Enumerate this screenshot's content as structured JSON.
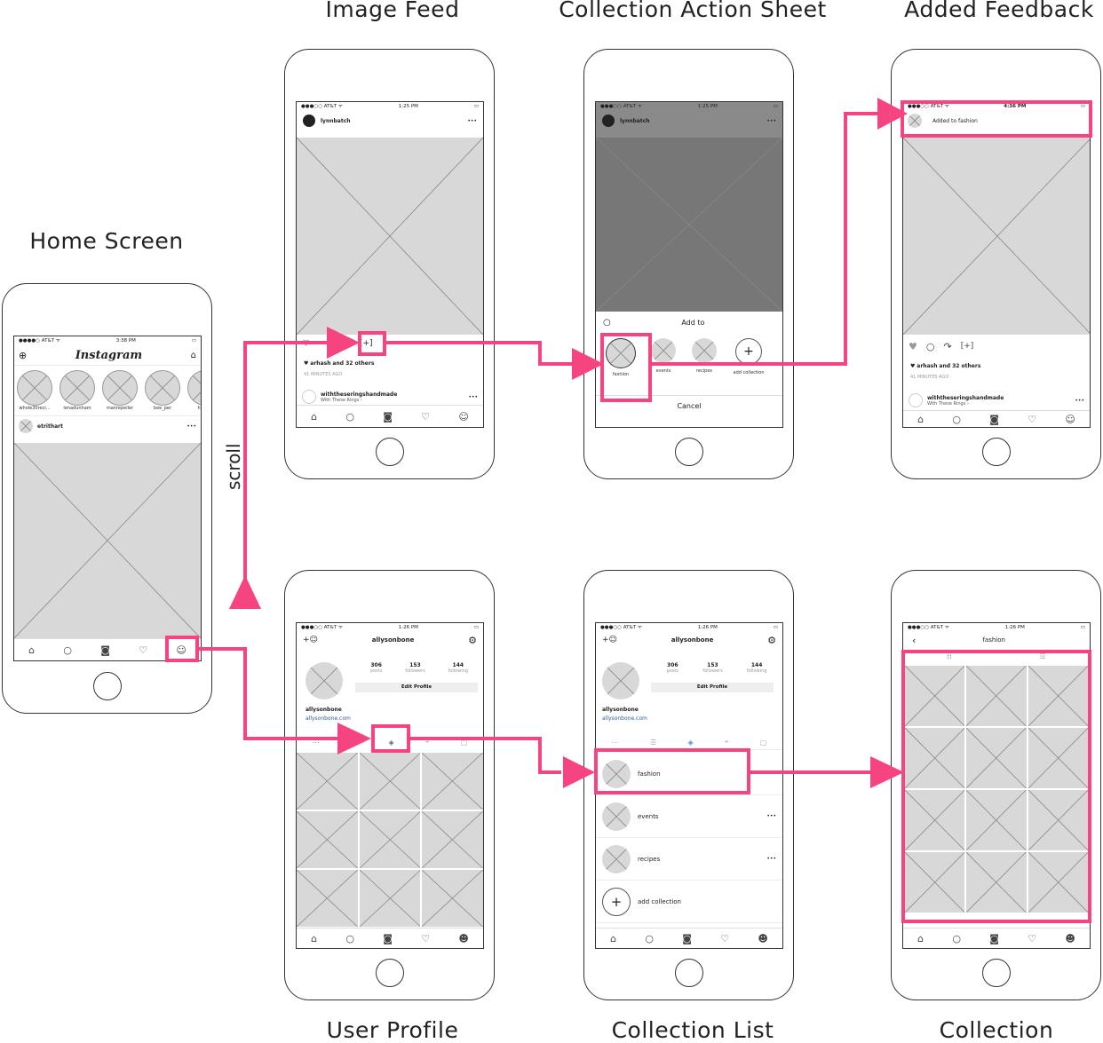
{
  "titles": {
    "home": "Home Screen",
    "feed": "Image Feed",
    "action": "Collection Action Sheet",
    "added": "Added Feedback",
    "profile": "User Profile",
    "list": "Collection List",
    "collection": "Collection"
  },
  "scroll_label": "scroll",
  "home": {
    "carrier": "●●●●○ AT&T ᯤ",
    "time": "3:38 PM",
    "app_title": "Instagram",
    "stories": [
      "whole30reci...",
      "lenadunham",
      "manrepeller",
      "bee_per",
      "helado"
    ],
    "post_user": "etrithart",
    "more": "•••"
  },
  "feed": {
    "carrier": "●●●○○ AT&T ᯤ",
    "time": "1:25 PM",
    "user": "lynnbatch",
    "more": "•••",
    "save": "[+]",
    "likes_user": "arhash",
    "likes_rest": "and 32 others",
    "time_ago": "41 MINUTES AGO",
    "next_user": "withtheseringshandmade",
    "next_sub": "With These Rings ›"
  },
  "action": {
    "carrier": "●●●○○ AT&T ᯤ",
    "time": "1:25 PM",
    "user": "lynnbatch",
    "more": "•••",
    "sheet_title": "Add to",
    "collections": [
      "fashion",
      "events",
      "recipes",
      "add collection"
    ],
    "cancel": "Cancel"
  },
  "added": {
    "carrier": "●●●○○ AT&T ᯤ",
    "time": "4:36 PM",
    "toast": "Added to fashion",
    "save": "[+]",
    "likes_user": "arhash",
    "likes_rest": "and 32 others",
    "time_ago": "41 MINUTES AGO",
    "next_user": "withtheseringshandmade",
    "next_sub": "With These Rings ›",
    "more": "•••"
  },
  "profile": {
    "carrier": "●●●○○ AT&T ᯤ",
    "time": "1:26 PM",
    "username": "allysonbone",
    "stats": [
      {
        "value": "306",
        "label": "posts"
      },
      {
        "value": "153",
        "label": "followers"
      },
      {
        "value": "144",
        "label": "following"
      }
    ],
    "edit": "Edit Profile",
    "name": "allysonbone",
    "link": "allysonbone.com"
  },
  "list": {
    "carrier": "●●●○○ AT&T ᯤ",
    "time": "1:26 PM",
    "username": "allysonbone",
    "stats": [
      {
        "value": "306",
        "label": "posts"
      },
      {
        "value": "153",
        "label": "followers"
      },
      {
        "value": "144",
        "label": "following"
      }
    ],
    "edit": "Edit Profile",
    "name": "allysonbone",
    "link": "allysonbone.com",
    "items": [
      "fashion",
      "events",
      "recipes",
      "add collection"
    ],
    "more": "•••"
  },
  "collection": {
    "carrier": "●●●○○ AT&T ᯤ",
    "time": "1:26 PM",
    "title": "fashion"
  },
  "colors": {
    "accent": "#f5447f",
    "placeholder": "#d8d8d8"
  }
}
